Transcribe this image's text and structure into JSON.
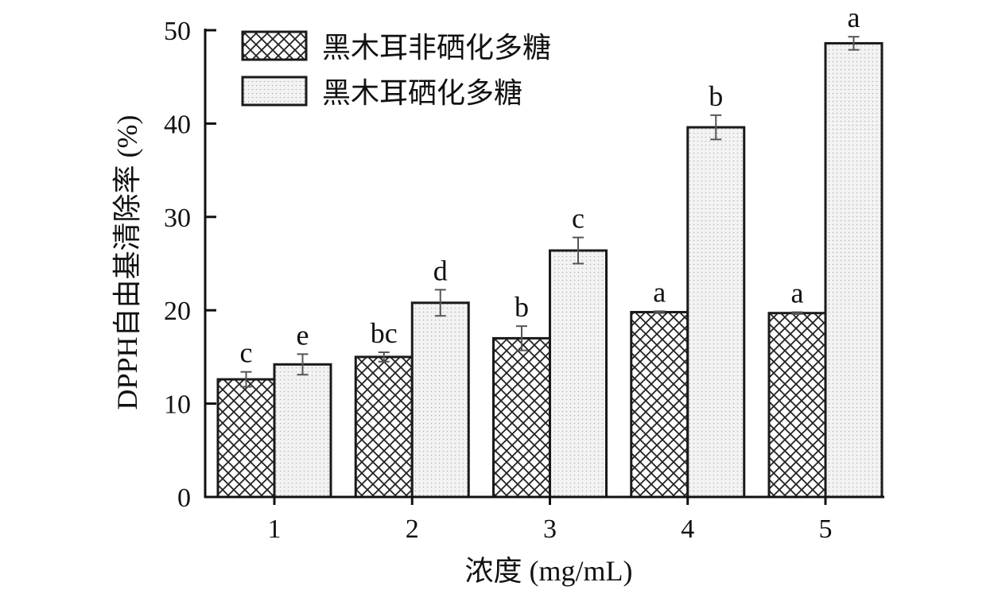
{
  "chart_data": {
    "type": "bar",
    "title": "",
    "xlabel": "浓度 (mg/mL)",
    "ylabel": "DPPH自由基清除率 (%)",
    "categories": [
      "1",
      "2",
      "3",
      "4",
      "5"
    ],
    "ylim": [
      0,
      50
    ],
    "yticks": [
      "0",
      "10",
      "20",
      "30",
      "40",
      "50"
    ],
    "grid": false,
    "legend_position": "top-left",
    "series": [
      {
        "name": "黑木耳非硒化多糖",
        "pattern": "crosshatch",
        "values": [
          12.6,
          15.0,
          17.0,
          19.8,
          19.7
        ],
        "errors": [
          0.8,
          0.5,
          1.3,
          0.1,
          0.1
        ],
        "letters": [
          "c",
          "bc",
          "b",
          "a",
          "a"
        ]
      },
      {
        "name": "黑木耳硒化多糖",
        "pattern": "dotted",
        "values": [
          14.2,
          20.8,
          26.4,
          39.6,
          48.6
        ],
        "errors": [
          1.1,
          1.4,
          1.4,
          1.3,
          0.7
        ],
        "letters": [
          "e",
          "d",
          "c",
          "b",
          "a"
        ]
      }
    ],
    "colors": {
      "axis": "#111111",
      "bar_edge": "#1a1a1a",
      "dotted_fill": "#f2f2f2",
      "error_bar": "#555555"
    }
  }
}
